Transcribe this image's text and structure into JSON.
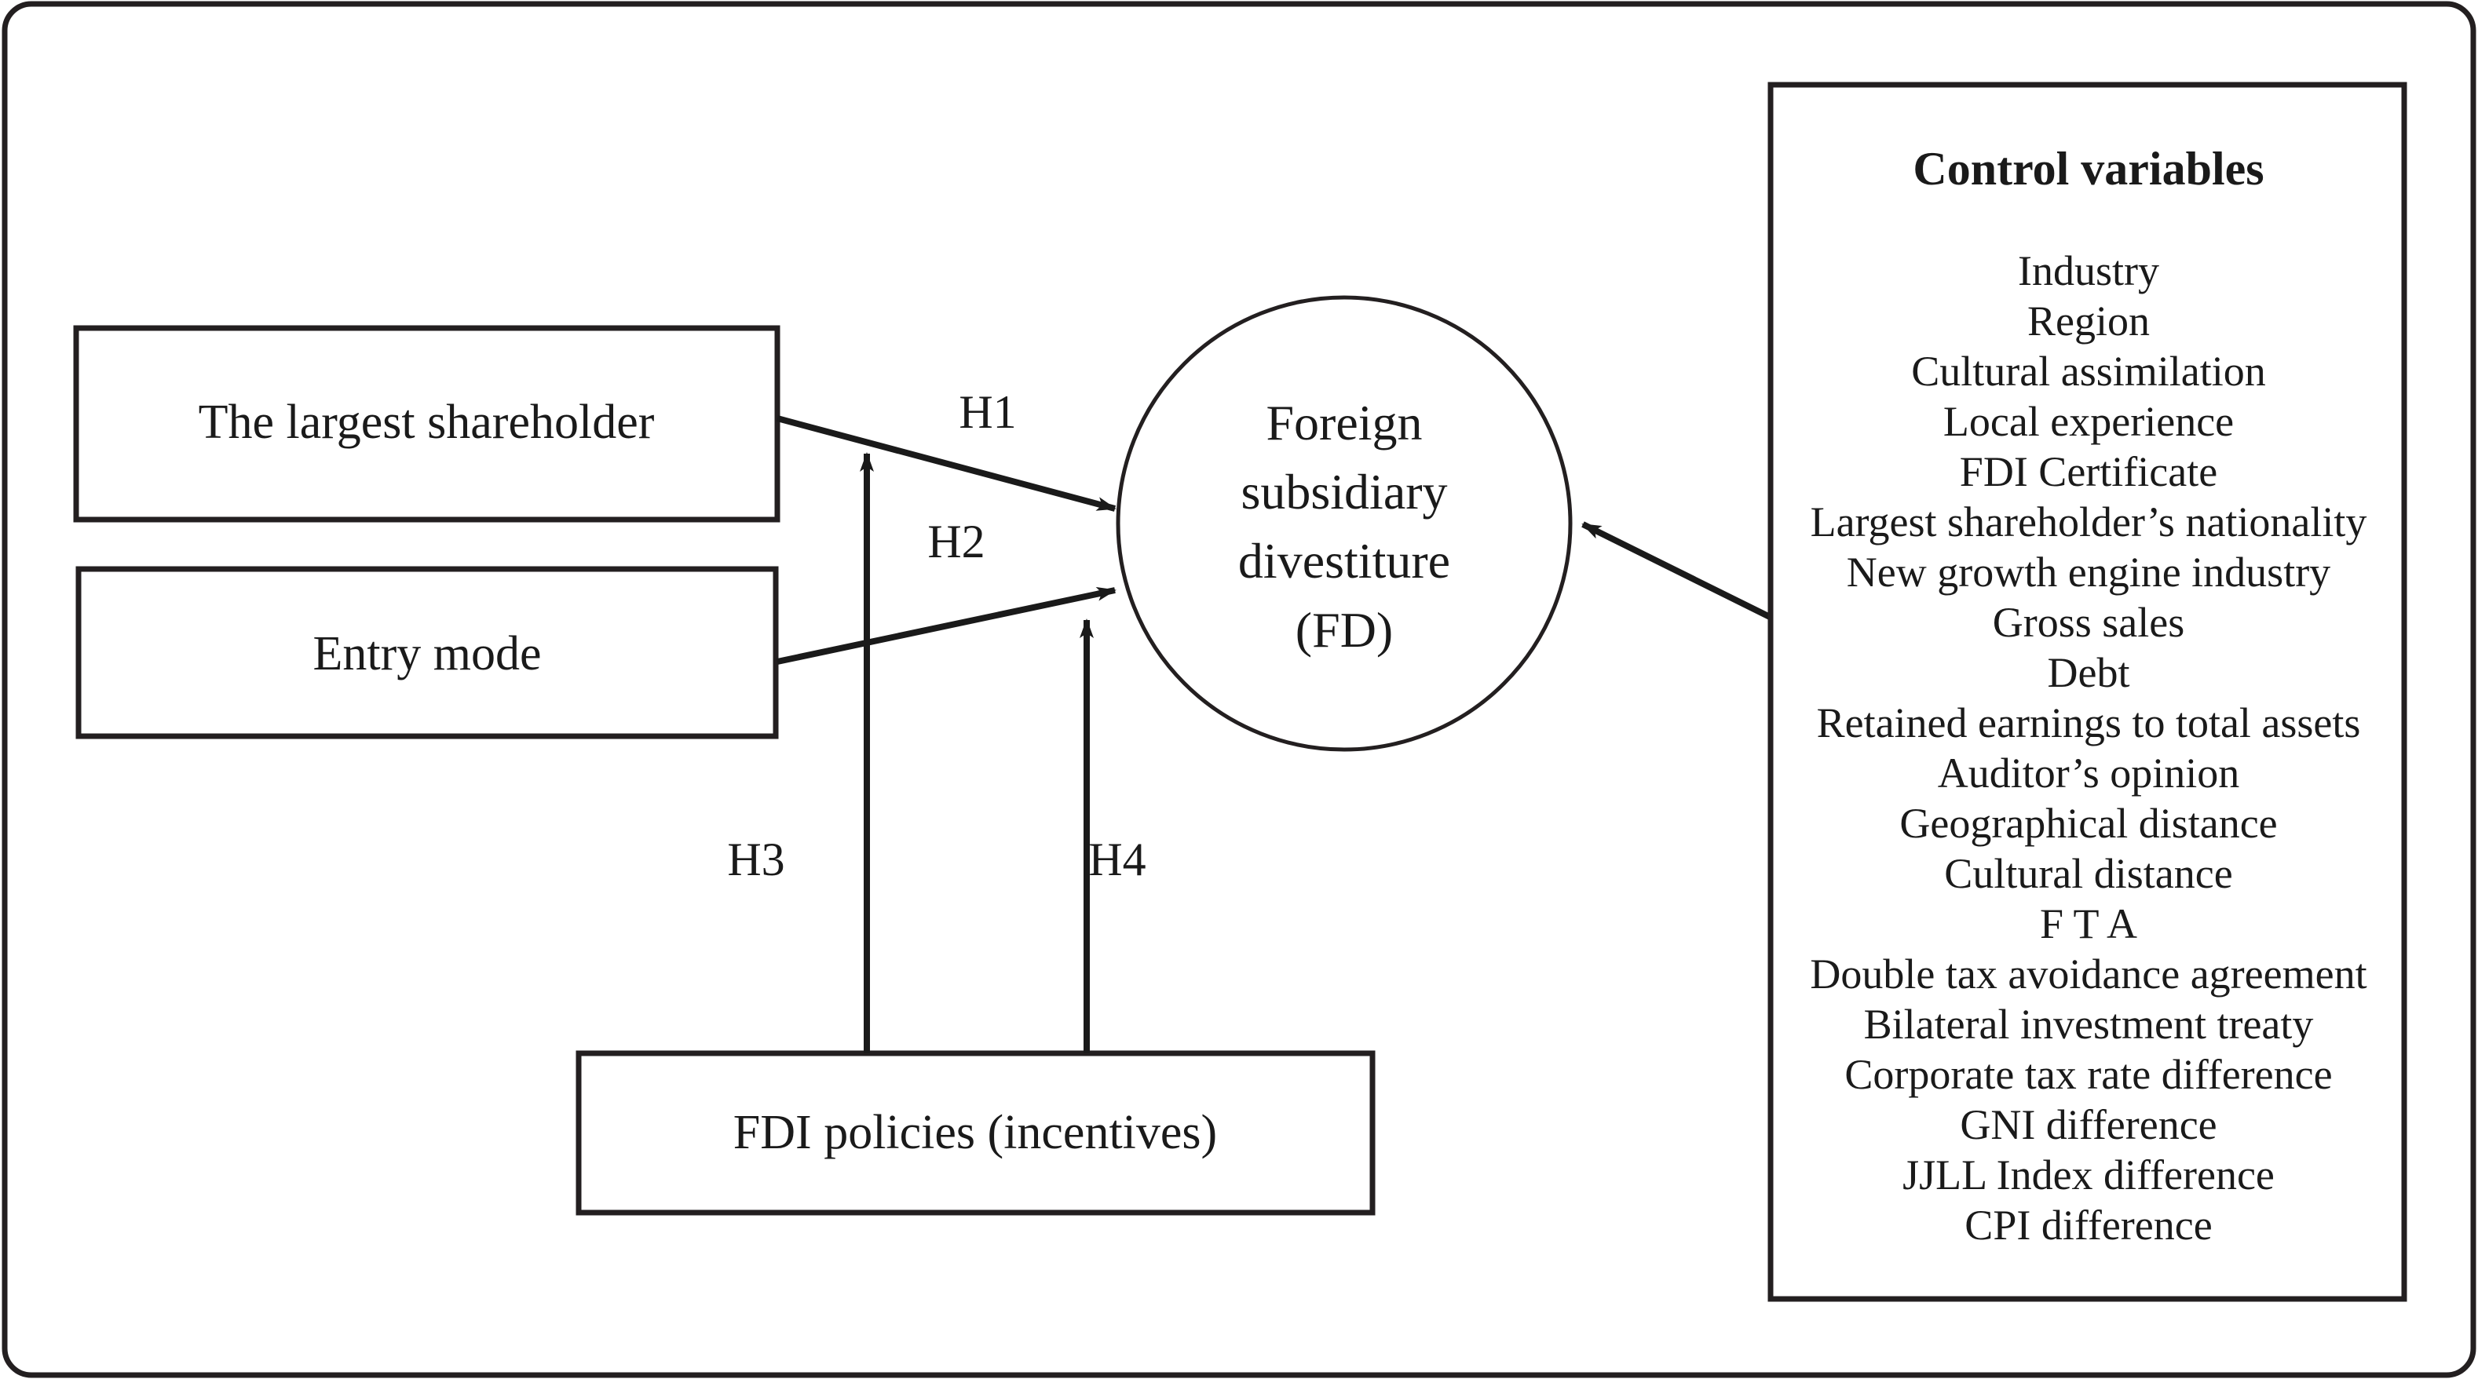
{
  "figure": {
    "type": "conceptual-research-model-diagram",
    "title": "",
    "background": "#ffffff",
    "stroke_color": "#231f20",
    "text_color": "#1a1a1a"
  },
  "predictor_boxes": [
    {
      "id": "largest-shareholder",
      "label": "The largest shareholder"
    },
    {
      "id": "entry-mode",
      "label": "Entry mode"
    }
  ],
  "moderator_box": {
    "id": "fdi-policies",
    "label": "FDI policies (incentives)"
  },
  "outcome_node": {
    "id": "foreign-subsidiary-divestiture",
    "shape": "circle",
    "lines": [
      "Foreign",
      "subsidiary",
      "divestiture",
      "(FD)"
    ]
  },
  "hypothesis_labels": [
    {
      "id": "h1",
      "label": "H1"
    },
    {
      "id": "h2",
      "label": "H2"
    },
    {
      "id": "h3",
      "label": "H3"
    },
    {
      "id": "h4",
      "label": "H4"
    }
  ],
  "control_panel": {
    "heading": "Control variables",
    "items": [
      "Industry",
      "Region",
      "Cultural assimilation",
      "Local experience",
      "FDI Certificate",
      "Largest shareholder’s nationality",
      "New growth engine industry",
      "Gross sales",
      "Debt",
      "Retained earnings to total assets",
      "Auditor’s opinion",
      "Geographical distance",
      "Cultural distance",
      "F T A",
      "Double tax avoidance agreement",
      "Bilateral investment treaty",
      "Corporate tax rate difference",
      "GNI difference",
      "JJLL Index difference",
      "CPI difference"
    ]
  },
  "relations": [
    {
      "id": "rel-h1",
      "from": "largest-shareholder",
      "to": "foreign-subsidiary-divestiture",
      "label": "H1",
      "arrow": "single"
    },
    {
      "id": "rel-h2",
      "from": "entry-mode",
      "to": "foreign-subsidiary-divestiture",
      "label": "H2",
      "arrow": "single"
    },
    {
      "id": "rel-h3",
      "from": "fdi-policies",
      "to": "rel-h1",
      "label": "H3",
      "arrow": "single-moderation"
    },
    {
      "id": "rel-h4",
      "from": "fdi-policies",
      "to": "rel-h2",
      "label": "H4",
      "arrow": "single-moderation"
    },
    {
      "id": "rel-controls",
      "from": "control-panel",
      "to": "foreign-subsidiary-divestiture",
      "label": "",
      "arrow": "single"
    }
  ]
}
